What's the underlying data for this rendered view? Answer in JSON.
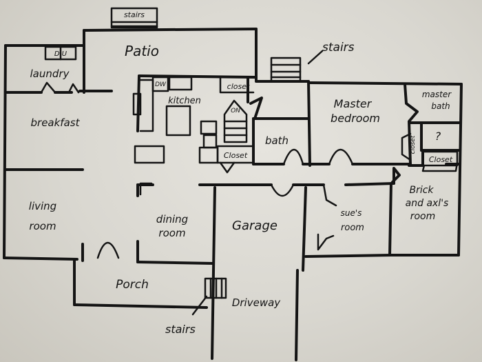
{
  "rooms": {
    "patio": "Patio",
    "laundry": "laundry",
    "du_laundry": "D U",
    "breakfast": "breakfast",
    "kitchen": "kitchen",
    "dw": "DW",
    "on": "ON",
    "closet_top": "closet",
    "closet_mid": "Closet",
    "bath": "bath",
    "master_bedroom_1": "Master",
    "master_bedroom_2": "bedroom",
    "master_bath_1": "master",
    "master_bath_2": "bath",
    "question": "?",
    "closet_left": "closet",
    "closet_right": "Closet",
    "living_room_1": "living",
    "living_room_2": "room",
    "dining_room_1": "dining",
    "dining_room_2": "room",
    "garage": "Garage",
    "sues_room_1": "sue's",
    "sues_room_2": "room",
    "brick_1": "Brick",
    "brick_2": "and axl's",
    "brick_3": "room",
    "porch": "Porch",
    "driveway": "Driveway"
  },
  "stairs": {
    "top": "stairs",
    "right": "stairs",
    "bottom": "stairs"
  }
}
